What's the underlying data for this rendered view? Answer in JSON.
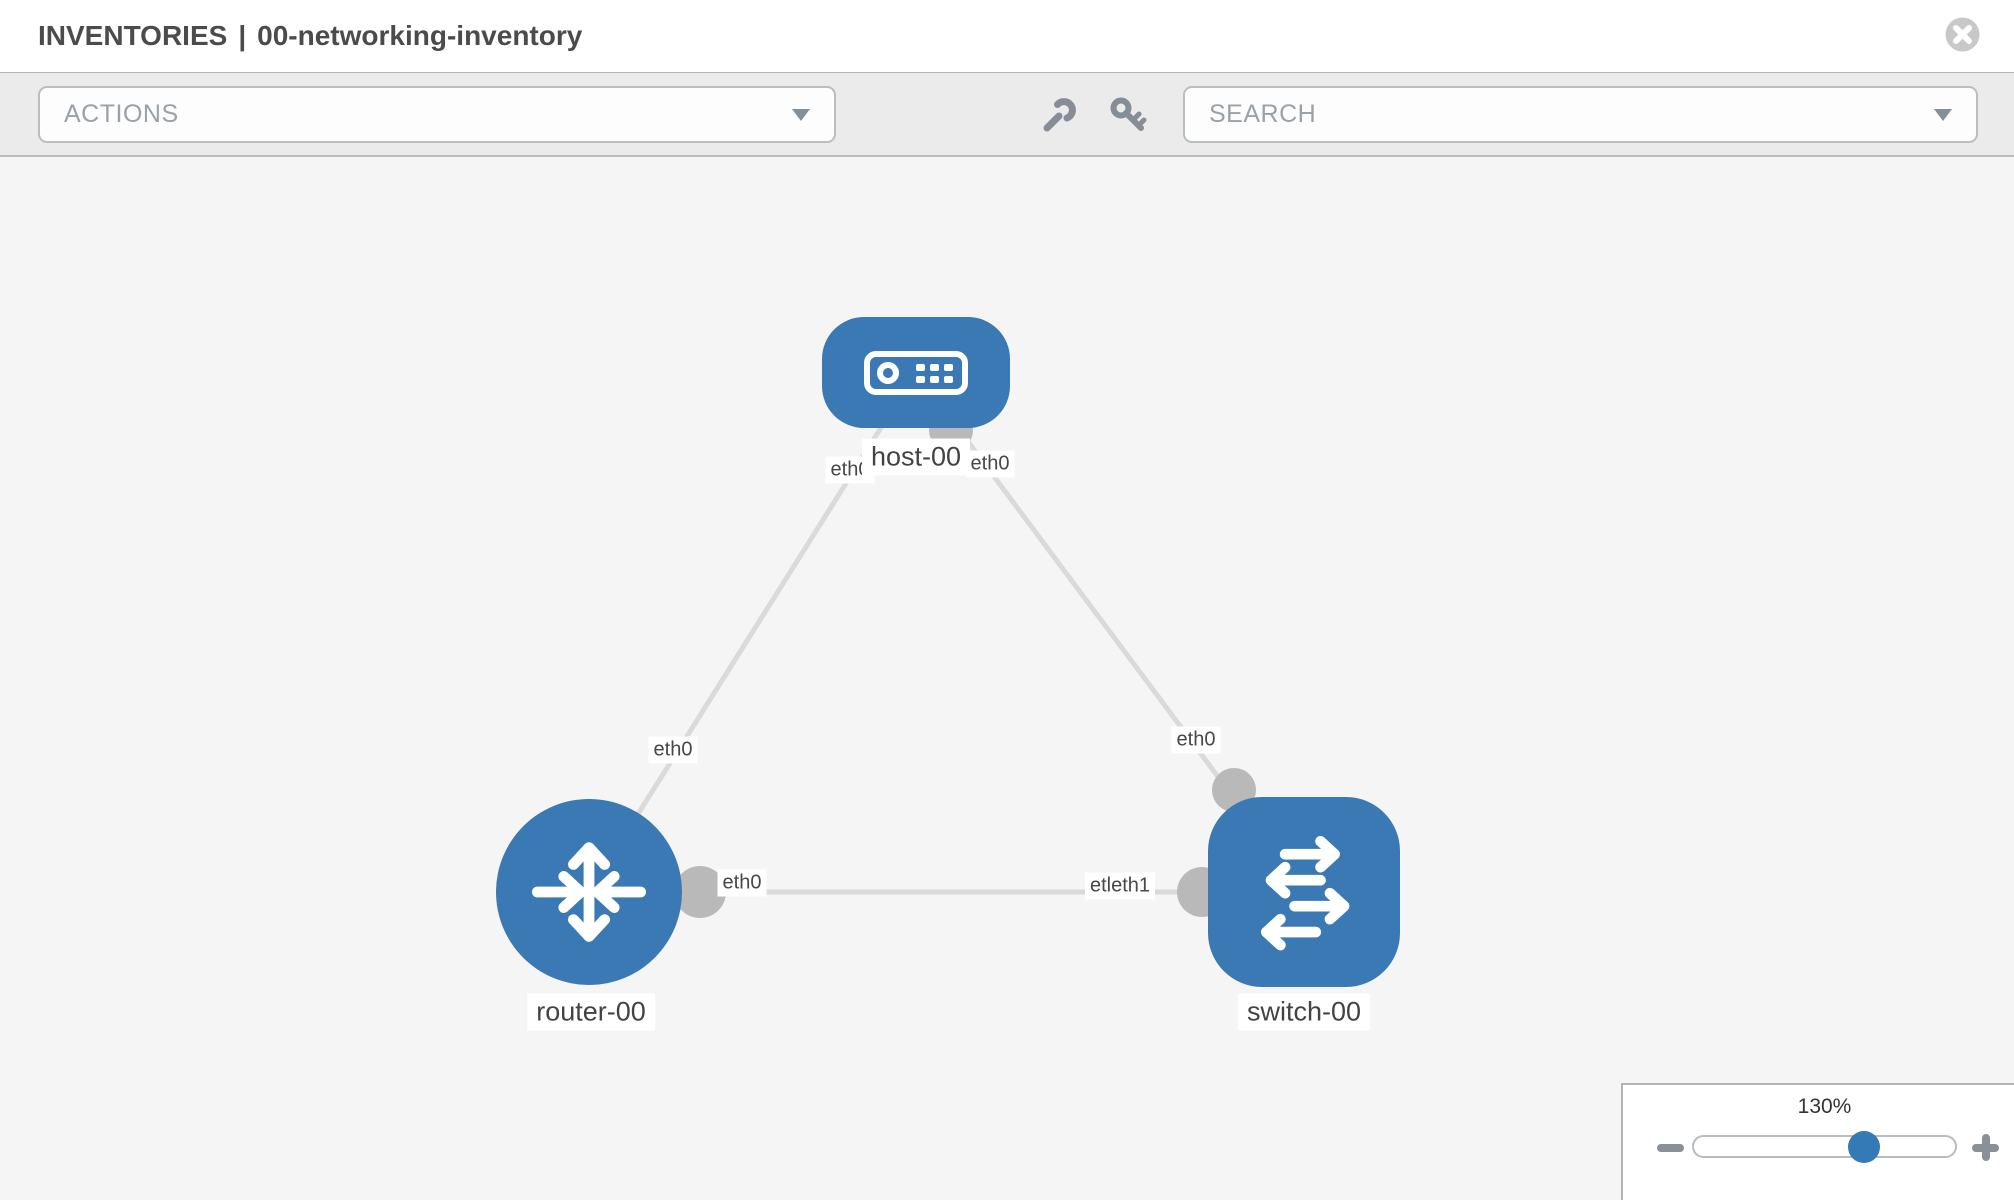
{
  "header": {
    "title_primary": "INVENTORIES",
    "title_separator": "|",
    "title_secondary": "00-networking-inventory"
  },
  "toolbar": {
    "actions_label": "ACTIONS",
    "search_label": "SEARCH",
    "icons": [
      "wrench-icon",
      "key-icon"
    ]
  },
  "canvas": {
    "topology": {
      "nodes": [
        {
          "id": "host-00",
          "type": "host",
          "label": "host-00"
        },
        {
          "id": "router-00",
          "type": "router",
          "label": "router-00"
        },
        {
          "id": "switch-00",
          "type": "switch",
          "label": "switch-00"
        }
      ],
      "links": [
        {
          "from": "host-00",
          "to": "router-00",
          "from_label": "eth0",
          "to_label": "eth0"
        },
        {
          "from": "host-00",
          "to": "switch-00",
          "from_label": "eth0",
          "to_label": "eth0"
        },
        {
          "from": "router-00",
          "to": "switch-00",
          "from_label": "eth0",
          "to_label": "etleth1"
        }
      ]
    }
  },
  "zoom_control": {
    "level": "130%"
  },
  "colors": {
    "node_blue": "#3a79b3",
    "accent_blue": "#337ab7",
    "link_gray": "#dadada",
    "stub_gray": "#b9b9b9",
    "toolbar_bg": "#ebebeb",
    "canvas_bg": "#f5f5f5"
  }
}
